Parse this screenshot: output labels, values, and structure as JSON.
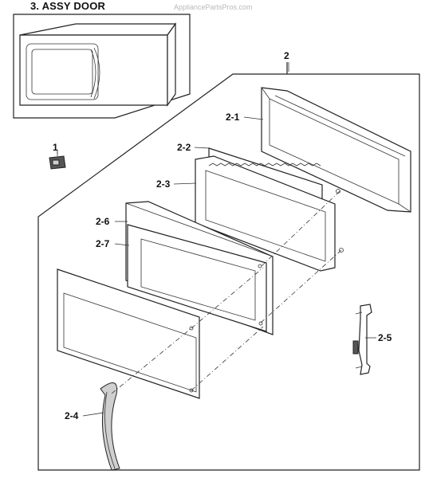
{
  "header": {
    "title": "3. ASSY DOOR",
    "watermark": "AppliancePartsPros.com"
  },
  "callouts": {
    "c1": "1",
    "c2": "2",
    "c2_1": "2-1",
    "c2_2": "2-2",
    "c2_3": "2-3",
    "c2_4": "2-4",
    "c2_5": "2-5",
    "c2_6": "2-6",
    "c2_7": "2-7"
  }
}
